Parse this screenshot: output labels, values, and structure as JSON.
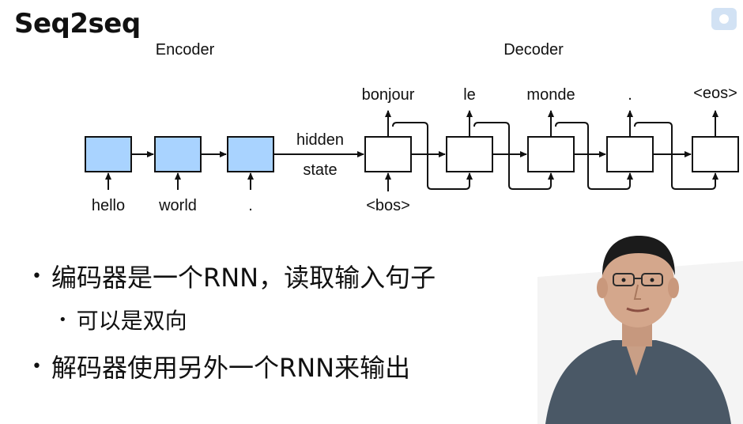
{
  "slide": {
    "title": "Seq2seq",
    "bullets": [
      {
        "text": "编码器是一个RNN，读取输入句子",
        "level": 1
      },
      {
        "text": "可以是双向",
        "level": 2
      },
      {
        "text": "解码器使用另外一个RNN来输出",
        "level": 1
      }
    ]
  },
  "diagram": {
    "encoder_label": "Encoder",
    "decoder_label": "Decoder",
    "encoder_inputs": [
      "hello",
      "world",
      "."
    ],
    "hidden_state_label_1": "hidden",
    "hidden_state_label_2": "state",
    "decoder_input": "<bos>",
    "decoder_outputs": [
      "bonjour",
      "le",
      "monde",
      ".",
      "<eos>"
    ],
    "colors": {
      "encoder_cell": "#a9d3ff",
      "decoder_cell": "#ffffff",
      "stroke": "#111111"
    }
  }
}
